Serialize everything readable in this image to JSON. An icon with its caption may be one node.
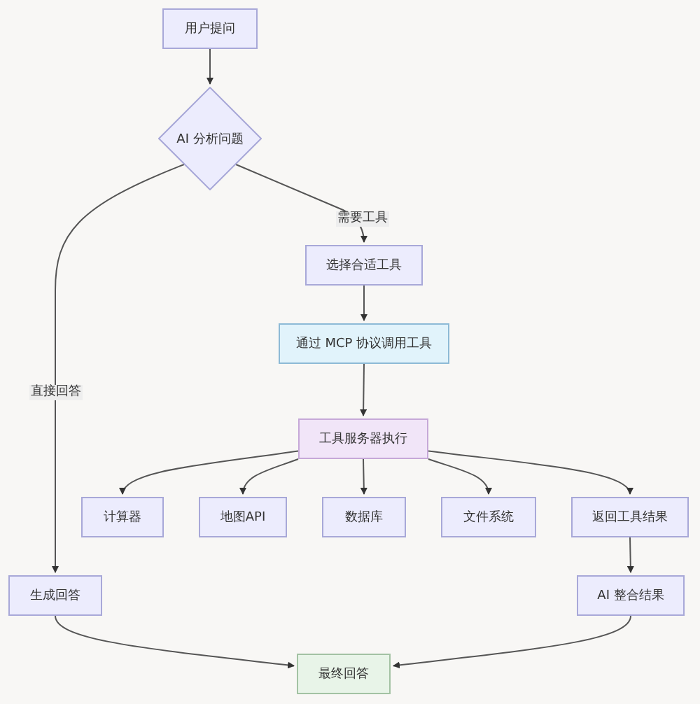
{
  "diagram": {
    "nodes": [
      {
        "text": [
          "用户提问"
        ]
      },
      {
        "text": [
          "AI 分析问题"
        ]
      },
      {
        "text": [
          "选择合适工具"
        ]
      },
      {
        "text": [
          "通过 MCP 协议调用工具"
        ]
      },
      {
        "text": [
          "工具服务器执行"
        ]
      },
      {
        "text": [
          "计算器"
        ]
      },
      {
        "text": [
          "地图API"
        ]
      },
      {
        "text": [
          "数据库"
        ]
      },
      {
        "text": [
          "文件系统"
        ]
      },
      {
        "text": [
          "返回工具结果"
        ]
      },
      {
        "text": [
          "生成回答"
        ]
      },
      {
        "text": [
          "AI 整合结果"
        ]
      },
      {
        "text": [
          "最终回答"
        ]
      }
    ],
    "edges": [
      {
        "from": 0,
        "to": 1,
        "arrow": "to"
      },
      {
        "from": 1,
        "to": 2,
        "arrow": "to",
        "label": "需要工具"
      },
      {
        "from": 1,
        "to": 10,
        "arrow": "to",
        "label": "直接回答"
      },
      {
        "from": 2,
        "to": 3,
        "arrow": "to"
      },
      {
        "from": 3,
        "to": 4,
        "arrow": "to"
      },
      {
        "from": 4,
        "to": 5,
        "arrow": "to"
      },
      {
        "from": 4,
        "to": 6,
        "arrow": "to"
      },
      {
        "from": 4,
        "to": 7,
        "arrow": "to"
      },
      {
        "from": 4,
        "to": 8,
        "arrow": "to"
      },
      {
        "from": 4,
        "to": 9,
        "arrow": "to"
      },
      {
        "from": 9,
        "to": 11,
        "arrow": "to"
      },
      {
        "from": 10,
        "to": 12,
        "arrow": "to"
      },
      {
        "from": 11,
        "to": 12,
        "arrow": "to"
      }
    ]
  }
}
